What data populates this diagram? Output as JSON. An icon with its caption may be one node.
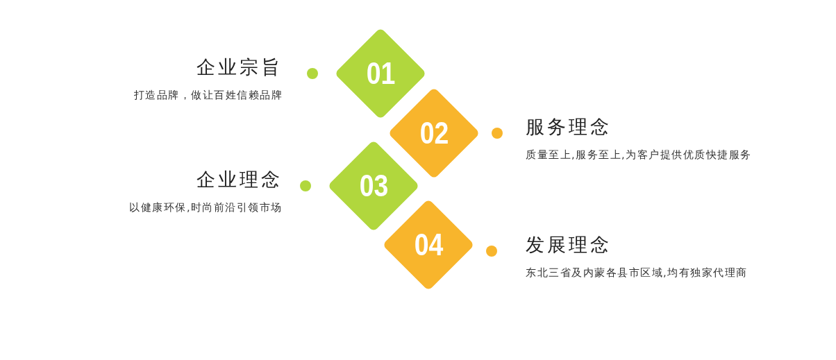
{
  "diagram": {
    "nodes": [
      {
        "text": [
          "01"
        ],
        "beside": [
          "企业宗旨",
          "打造品牌，做让百姓信赖品牌"
        ]
      },
      {
        "text": [
          "02"
        ],
        "beside": [
          "服务理念",
          "质量至上,服务至上,为客户提供优质快捷服务"
        ]
      },
      {
        "text": [
          "03"
        ],
        "beside": [
          "企业理念",
          "以健康环保,时尚前沿引领市场"
        ]
      },
      {
        "text": [
          "04"
        ],
        "beside": [
          "发展理念",
          "东北三省及内蒙各县市区域,均有独家代理商"
        ]
      }
    ]
  }
}
